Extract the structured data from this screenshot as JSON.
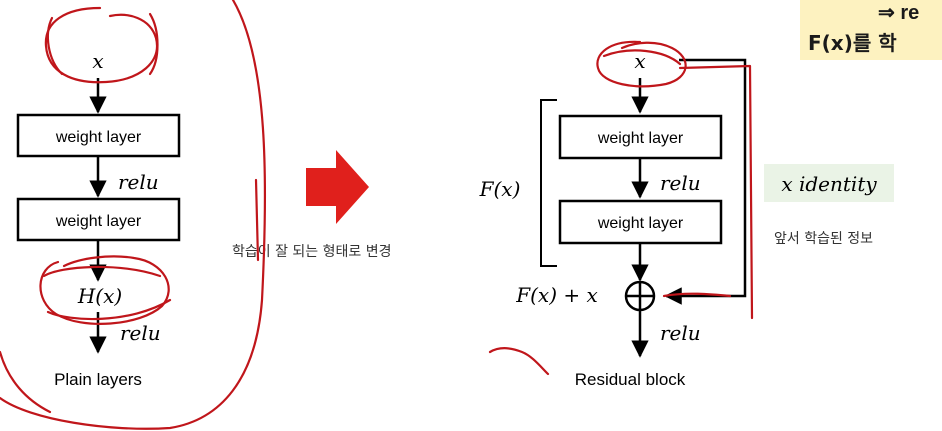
{
  "plain": {
    "input": "x",
    "layer1": "weight layer",
    "act1": "relu",
    "layer2": "weight layer",
    "output": "H(x)",
    "act2": "relu",
    "caption": "Plain layers"
  },
  "transition": {
    "label": "학습이 잘 되는 형태로 변경"
  },
  "residual": {
    "input": "x",
    "layer1": "weight layer",
    "act1": "relu",
    "layer2": "weight layer",
    "bracket_label": "F(x)",
    "sum_label": "F(x) + x",
    "act2": "relu",
    "caption": "Residual block",
    "identity_label": "x identity",
    "identity_note": "앞서 학습된 정보"
  },
  "note": {
    "line1": "⇒ re",
    "line2": "F(x)를 학"
  },
  "colors": {
    "annotation": "#c0161b",
    "arrow": "#e0201c",
    "highlight": "#fdf2c0",
    "identity_bg": "#eaf3e6"
  }
}
